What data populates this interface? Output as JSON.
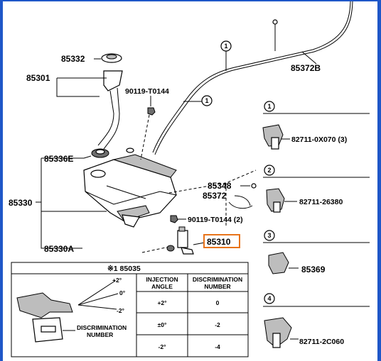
{
  "labels": {
    "p85332": "85332",
    "p85301": "85301",
    "p90119_t0144": "90119-T0144",
    "p85336e": "85336E",
    "p85330": "85330",
    "p85330a": "85330A",
    "p85348": "85348",
    "p85372": "85372",
    "p90119_t0144_2": "90119-T0144 (2)",
    "p85310": "85310",
    "p85372b": "85372B",
    "p82711_0x070": "82711-0X070 (3)",
    "p82711_26380": "82711-26380",
    "p85369": "85369",
    "p82711_2c060": "82711-2C060"
  },
  "callouts": {
    "c1": "1",
    "c2": "2",
    "c3": "3",
    "c4": "4"
  },
  "inset": {
    "title": "※1 85035",
    "col_injection": [
      "INJECTION",
      "ANGLE"
    ],
    "col_discrimination": [
      "DISCRIMINATION",
      "NUMBER"
    ],
    "rows": [
      {
        "angle": "+2°",
        "number": "0"
      },
      {
        "angle": "±0°",
        "number": "-2"
      },
      {
        "angle": "-2°",
        "number": "-4"
      }
    ],
    "angle_marks": [
      "+2°",
      "0°",
      "-2°"
    ],
    "discrimination_label": [
      "DISCRIMINATION",
      "NUMBER"
    ]
  },
  "highlight_color": "#e8731a",
  "frame_color": "#1f57c8"
}
